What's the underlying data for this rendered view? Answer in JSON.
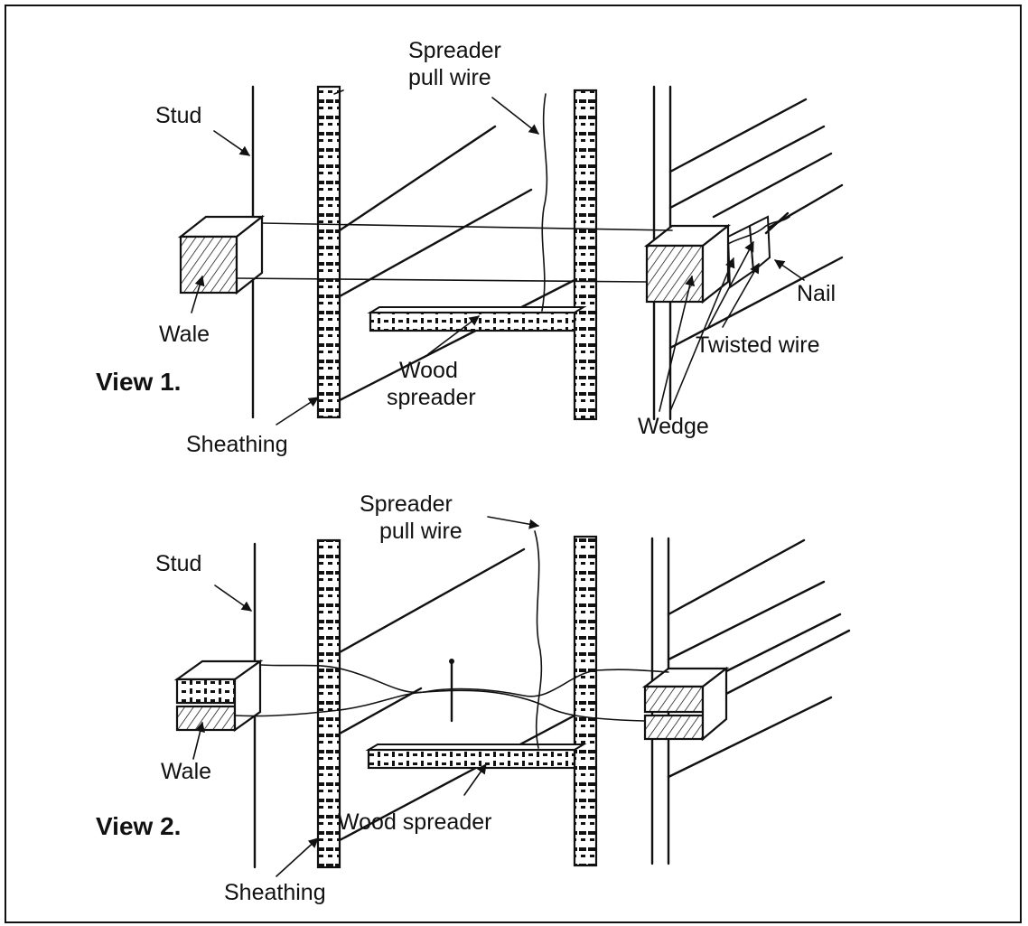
{
  "view1": {
    "title": "View 1.",
    "labels": {
      "stud": "Stud",
      "spreader_line1": "Spreader",
      "spreader_line2": "pull wire",
      "wale": "Wale",
      "sheathing": "Sheathing",
      "wood_line1": "Wood",
      "wood_line2": "spreader",
      "nail": "Nail",
      "twisted_wire": "Twisted wire",
      "wedge": "Wedge"
    }
  },
  "view2": {
    "title": "View 2.",
    "labels": {
      "stud": "Stud",
      "spreader_line1": "Spreader",
      "spreader_line2": "pull wire",
      "wale": "Wale",
      "sheathing": "Sheathing",
      "wood_spreader": "Wood spreader"
    }
  }
}
